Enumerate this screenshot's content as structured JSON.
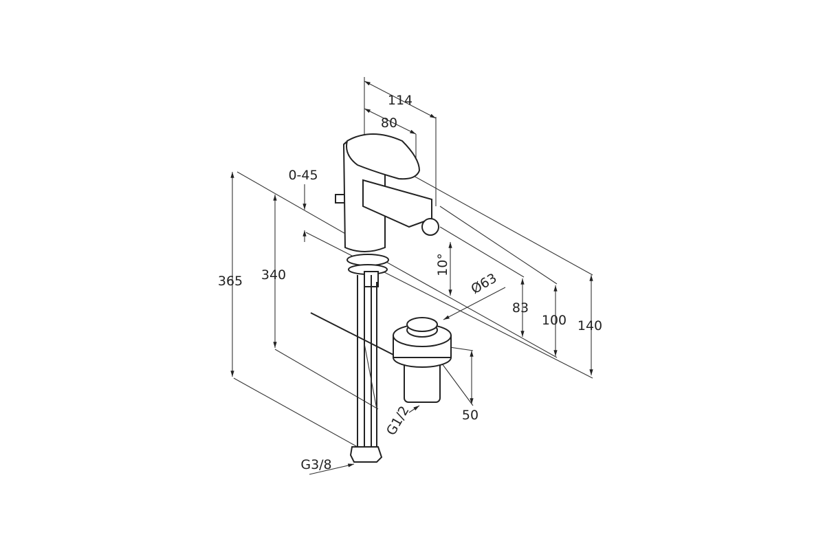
{
  "drawing": {
    "dimensions": {
      "overall_depth": "114",
      "lever_depth": "80",
      "tap_hole_thickness": "0-45",
      "hose_length_total": "365",
      "hose_length": "340",
      "height_140": "140",
      "height_100": "100",
      "height_83": "83",
      "drain_height": "50",
      "spout_angle": "10°",
      "drain_diameter": "Ø63"
    },
    "threads": {
      "drain_thread": "G1/2",
      "supply_thread": "G3/8"
    }
  }
}
